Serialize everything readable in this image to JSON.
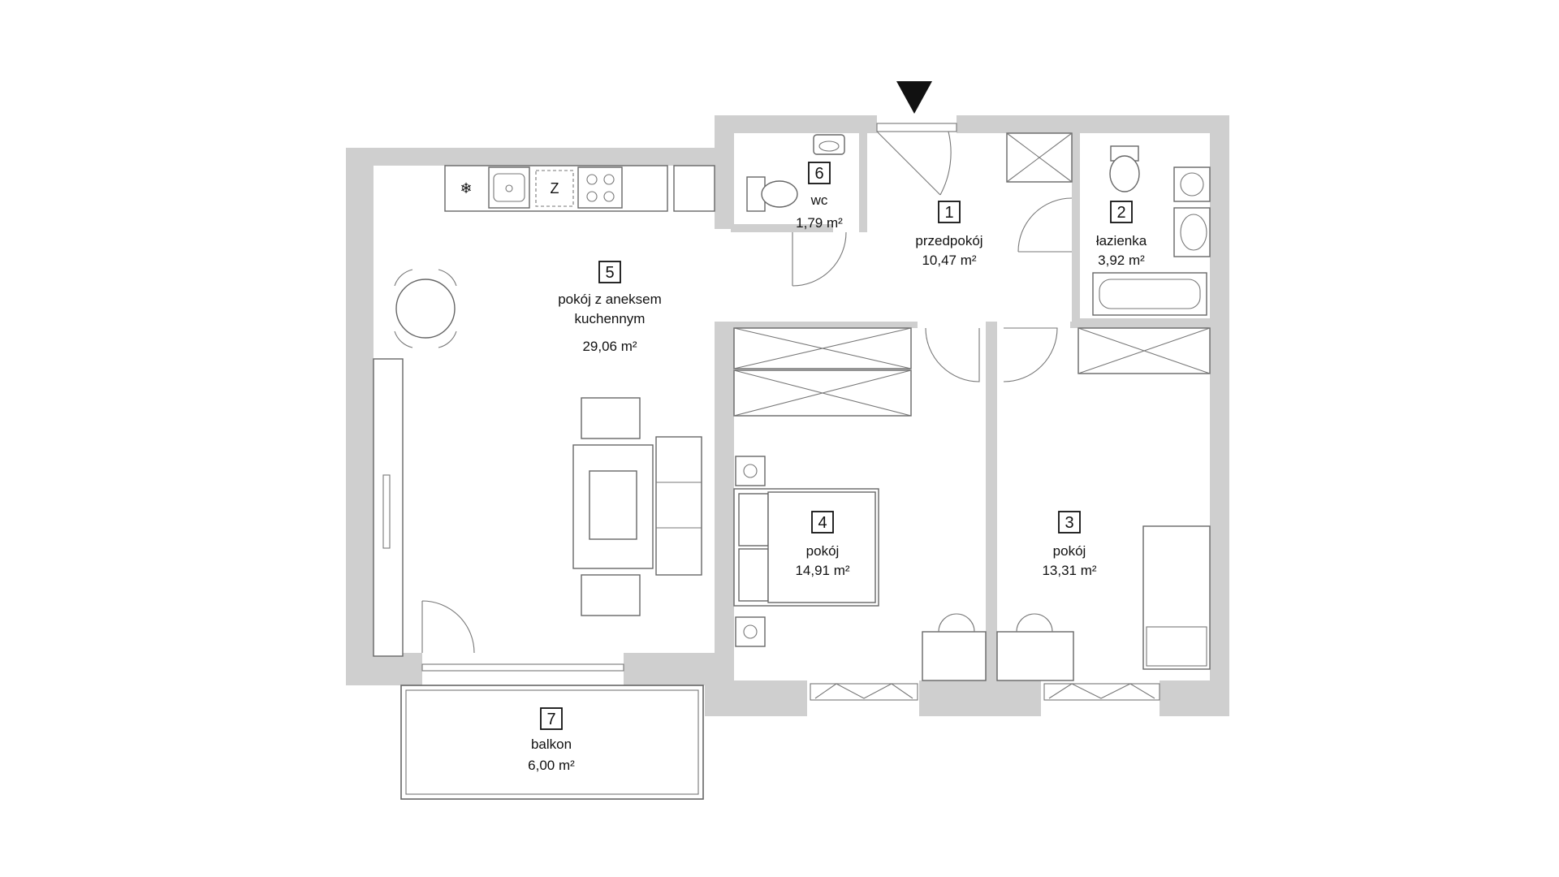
{
  "rooms": [
    {
      "number": "1",
      "name": "przedpokój",
      "area": "10,47 m²"
    },
    {
      "number": "2",
      "name": "łazienka",
      "area": "3,92 m²"
    },
    {
      "number": "3",
      "name": "pokój",
      "area": "13,31 m²"
    },
    {
      "number": "4",
      "name": "pokój",
      "area": "14,91 m²"
    },
    {
      "number": "5",
      "name_line1": "pokój z aneksem",
      "name_line2": "kuchennym",
      "area": "29,06 m²"
    },
    {
      "number": "6",
      "name": "wc",
      "area": "1,79 m²"
    },
    {
      "number": "7",
      "name": "balkon",
      "area": "6,00 m²"
    }
  ],
  "kitchen": {
    "fridge_symbol": "❄",
    "oven_symbol": "Z"
  },
  "colors": {
    "wall": "#cfcfcf",
    "line": "#666666",
    "text": "#111111",
    "background": "#ffffff"
  },
  "icons": {
    "entrance": "entrance-arrow-icon",
    "fridge": "snowflake-icon"
  }
}
